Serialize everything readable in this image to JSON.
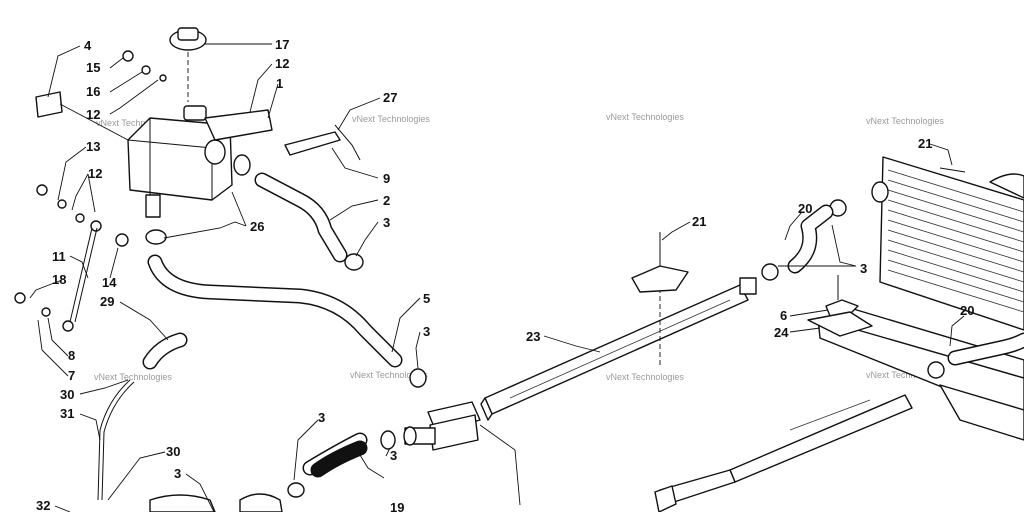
{
  "watermark": "vNext Technologies",
  "callouts": [
    {
      "id": "c4",
      "text": "4"
    },
    {
      "id": "c15",
      "text": "15"
    },
    {
      "id": "c16",
      "text": "16"
    },
    {
      "id": "c12a",
      "text": "12"
    },
    {
      "id": "c17",
      "text": "17"
    },
    {
      "id": "c12b",
      "text": "12"
    },
    {
      "id": "c1",
      "text": "1"
    },
    {
      "id": "c27",
      "text": "27"
    },
    {
      "id": "c9",
      "text": "9"
    },
    {
      "id": "c2",
      "text": "2"
    },
    {
      "id": "c3a",
      "text": "3"
    },
    {
      "id": "c26",
      "text": "26"
    },
    {
      "id": "c13",
      "text": "13"
    },
    {
      "id": "c12c",
      "text": "12"
    },
    {
      "id": "c11",
      "text": "11"
    },
    {
      "id": "c14",
      "text": "14"
    },
    {
      "id": "c18",
      "text": "18"
    },
    {
      "id": "c29",
      "text": "29"
    },
    {
      "id": "c8",
      "text": "8"
    },
    {
      "id": "c7",
      "text": "7"
    },
    {
      "id": "c30a",
      "text": "30"
    },
    {
      "id": "c31",
      "text": "31"
    },
    {
      "id": "c30b",
      "text": "30"
    },
    {
      "id": "c3b",
      "text": "3"
    },
    {
      "id": "c32",
      "text": "32"
    },
    {
      "id": "c5",
      "text": "5"
    },
    {
      "id": "c3c",
      "text": "3"
    },
    {
      "id": "c3d",
      "text": "3"
    },
    {
      "id": "c3e",
      "text": "3"
    },
    {
      "id": "c19",
      "text": "19"
    },
    {
      "id": "c21a",
      "text": "21"
    },
    {
      "id": "c23",
      "text": "23"
    },
    {
      "id": "c20a",
      "text": "20"
    },
    {
      "id": "c3f",
      "text": "3"
    },
    {
      "id": "c21b",
      "text": "21"
    },
    {
      "id": "c6",
      "text": "6"
    },
    {
      "id": "c24",
      "text": "24"
    },
    {
      "id": "c20b",
      "text": "20"
    }
  ]
}
